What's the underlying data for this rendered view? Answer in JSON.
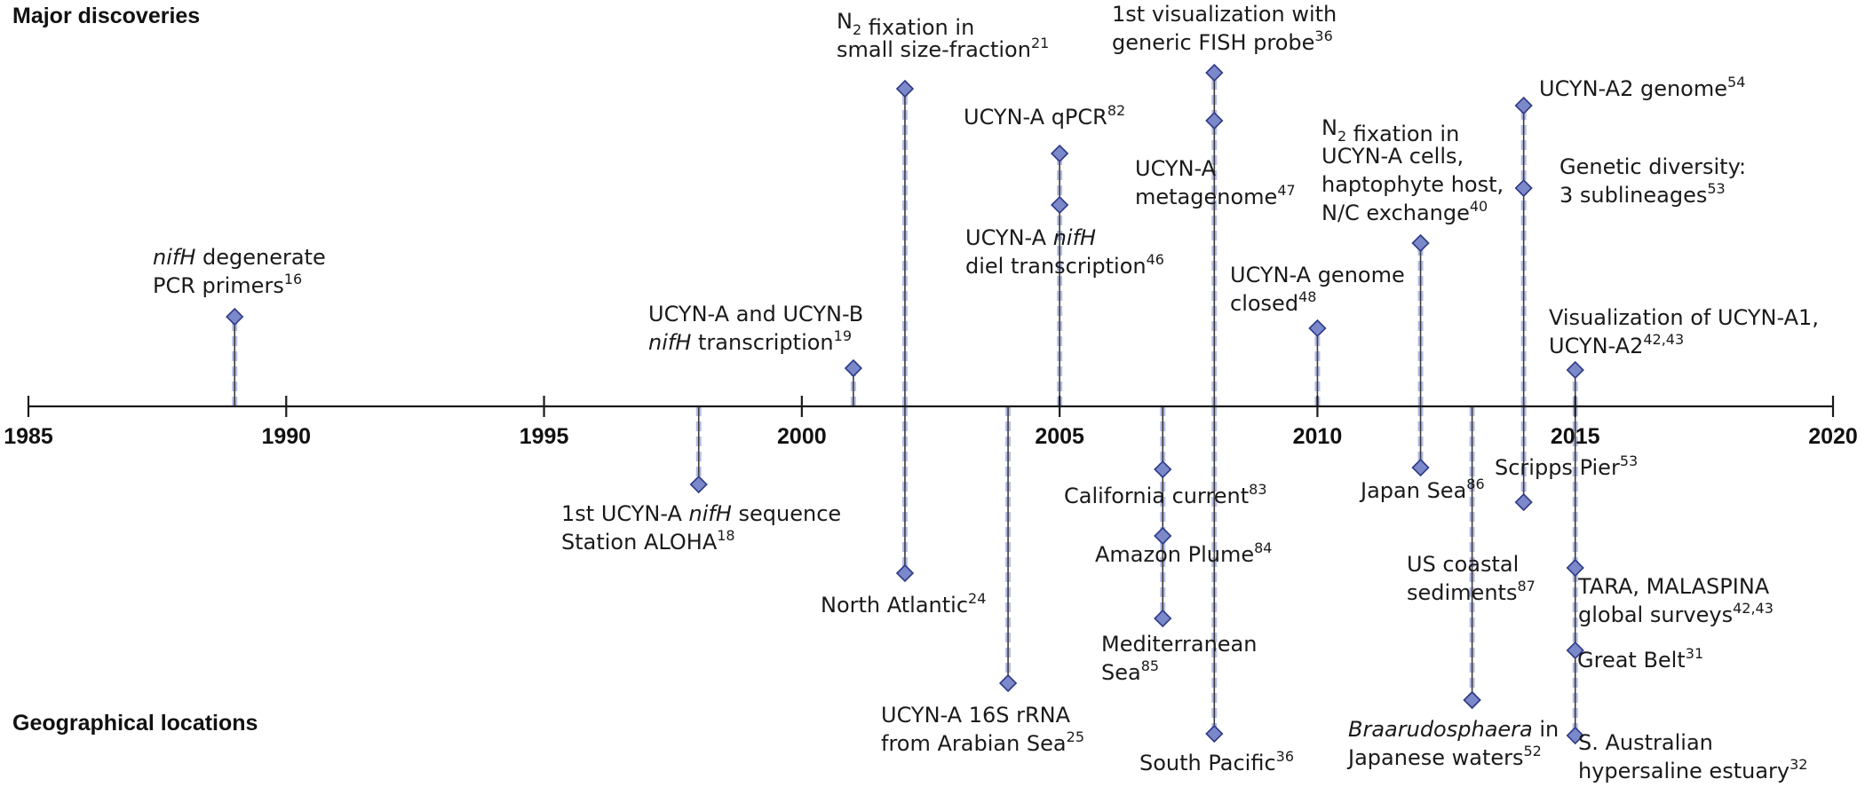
{
  "sections": {
    "top": "Major discoveries",
    "bottom": "Geographical locations"
  },
  "axis": {
    "min": 1985,
    "max": 2020,
    "ticks": [
      "1985",
      "1990",
      "1995",
      "2000",
      "2005",
      "2010",
      "2015",
      "2020"
    ]
  },
  "colors": {
    "marker_fill": "#7b88c9",
    "marker_stroke": "#2e3a86",
    "stem_dash": "#b6bee6"
  },
  "discoveries": [
    {
      "year": 1989,
      "lines": [
        [
          {
            "t": "nifH",
            "i": true
          },
          {
            "t": " degenerate"
          }
        ],
        [
          {
            "t": "PCR primers"
          },
          {
            "t": "16",
            "s": true
          }
        ]
      ]
    },
    {
      "year": 2001,
      "lines": [
        [
          {
            "t": "UCYN-A and UCYN-B"
          }
        ],
        [
          {
            "t": "nifH",
            "i": true
          },
          {
            "t": " transcription"
          },
          {
            "t": "19",
            "s": true
          }
        ]
      ]
    },
    {
      "year": 2002,
      "lines": [
        [
          {
            "t": "N"
          },
          {
            "t": "2",
            "sub": true
          },
          {
            "t": " fixation in"
          }
        ],
        [
          {
            "t": "small size-fraction"
          },
          {
            "t": "21",
            "s": true
          }
        ]
      ]
    },
    {
      "year": 2005,
      "lines": [
        [
          {
            "t": "UCYN-A qPCR"
          },
          {
            "t": "82",
            "s": true
          }
        ]
      ]
    },
    {
      "year": 2005,
      "lines": [
        [
          {
            "t": "UCYN-A "
          },
          {
            "t": "nifH",
            "i": true
          }
        ],
        [
          {
            "t": "diel transcription"
          },
          {
            "t": "46",
            "s": true
          }
        ]
      ]
    },
    {
      "year": 2008,
      "lines": [
        [
          {
            "t": "1st visualization with"
          }
        ],
        [
          {
            "t": "generic FISH probe"
          },
          {
            "t": "36",
            "s": true
          }
        ]
      ]
    },
    {
      "year": 2008,
      "lines": [
        [
          {
            "t": "UCYN-A"
          }
        ],
        [
          {
            "t": "metagenome"
          },
          {
            "t": "47",
            "s": true
          }
        ]
      ]
    },
    {
      "year": 2010,
      "lines": [
        [
          {
            "t": "UCYN-A genome"
          }
        ],
        [
          {
            "t": "closed"
          },
          {
            "t": "48",
            "s": true
          }
        ]
      ]
    },
    {
      "year": 2012,
      "lines": [
        [
          {
            "t": "N"
          },
          {
            "t": "2",
            "sub": true
          },
          {
            "t": " fixation in"
          }
        ],
        [
          {
            "t": "UCYN-A cells,"
          }
        ],
        [
          {
            "t": "haptophyte host,"
          }
        ],
        [
          {
            "t": "N/C exchange"
          },
          {
            "t": "40",
            "s": true
          }
        ]
      ]
    },
    {
      "year": 2014,
      "lines": [
        [
          {
            "t": "UCYN-A2 genome"
          },
          {
            "t": "54",
            "s": true
          }
        ]
      ]
    },
    {
      "year": 2014,
      "lines": [
        [
          {
            "t": "Genetic diversity:"
          }
        ],
        [
          {
            "t": "3 sublineages"
          },
          {
            "t": "53",
            "s": true
          }
        ]
      ]
    },
    {
      "year": 2015,
      "lines": [
        [
          {
            "t": "Visualization of UCYN-A1,"
          }
        ],
        [
          {
            "t": "UCYN-A2"
          },
          {
            "t": "42,43",
            "s": true
          }
        ]
      ]
    }
  ],
  "locations": [
    {
      "year": 1998,
      "lines": [
        [
          {
            "t": "1st UCYN-A "
          },
          {
            "t": "nifH",
            "i": true
          },
          {
            "t": "  sequence"
          }
        ],
        [
          {
            "t": "Station ALOHA"
          },
          {
            "t": "18",
            "s": true
          }
        ]
      ]
    },
    {
      "year": 2002,
      "lines": [
        [
          {
            "t": "North Atlantic"
          },
          {
            "t": "24",
            "s": true
          }
        ]
      ]
    },
    {
      "year": 2004,
      "lines": [
        [
          {
            "t": "UCYN-A 16S rRNA"
          }
        ],
        [
          {
            "t": "from Arabian Sea"
          },
          {
            "t": "25",
            "s": true
          }
        ]
      ]
    },
    {
      "year": 2007,
      "lines": [
        [
          {
            "t": "California current"
          },
          {
            "t": "83",
            "s": true
          }
        ]
      ]
    },
    {
      "year": 2007,
      "lines": [
        [
          {
            "t": "Amazon Plume"
          },
          {
            "t": "84",
            "s": true
          }
        ]
      ]
    },
    {
      "year": 2007,
      "lines": [
        [
          {
            "t": "Mediterranean"
          }
        ],
        [
          {
            "t": "Sea"
          },
          {
            "t": "85",
            "s": true
          }
        ]
      ]
    },
    {
      "year": 2008,
      "lines": [
        [
          {
            "t": "South Pacific"
          },
          {
            "t": "36",
            "s": true
          }
        ]
      ]
    },
    {
      "year": 2012,
      "lines": [
        [
          {
            "t": "Japan Sea"
          },
          {
            "t": "86",
            "s": true
          }
        ]
      ]
    },
    {
      "year": 2013,
      "lines": [
        [
          {
            "t": "US coastal"
          }
        ],
        [
          {
            "t": "sediments"
          },
          {
            "t": "87",
            "s": true
          }
        ]
      ]
    },
    {
      "year": 2013,
      "lines": [
        [
          {
            "t": "Braarudosphaera",
            "i": true
          },
          {
            "t": " in"
          }
        ],
        [
          {
            "t": "Japanese waters"
          },
          {
            "t": "52",
            "s": true
          }
        ]
      ]
    },
    {
      "year": 2014,
      "lines": [
        [
          {
            "t": "Scripps Pier"
          },
          {
            "t": "53",
            "s": true
          }
        ]
      ]
    },
    {
      "year": 2015,
      "lines": [
        [
          {
            "t": "TARA, MALASPINA"
          }
        ],
        [
          {
            "t": "global surveys"
          },
          {
            "t": "42,43",
            "s": true
          }
        ]
      ]
    },
    {
      "year": 2015,
      "lines": [
        [
          {
            "t": "Great Belt"
          },
          {
            "t": "31",
            "s": true
          }
        ]
      ]
    },
    {
      "year": 2015,
      "lines": [
        [
          {
            "t": "S. Australian"
          }
        ],
        [
          {
            "t": "hypersaline estuary"
          },
          {
            "t": "32",
            "s": true
          }
        ]
      ]
    }
  ]
}
